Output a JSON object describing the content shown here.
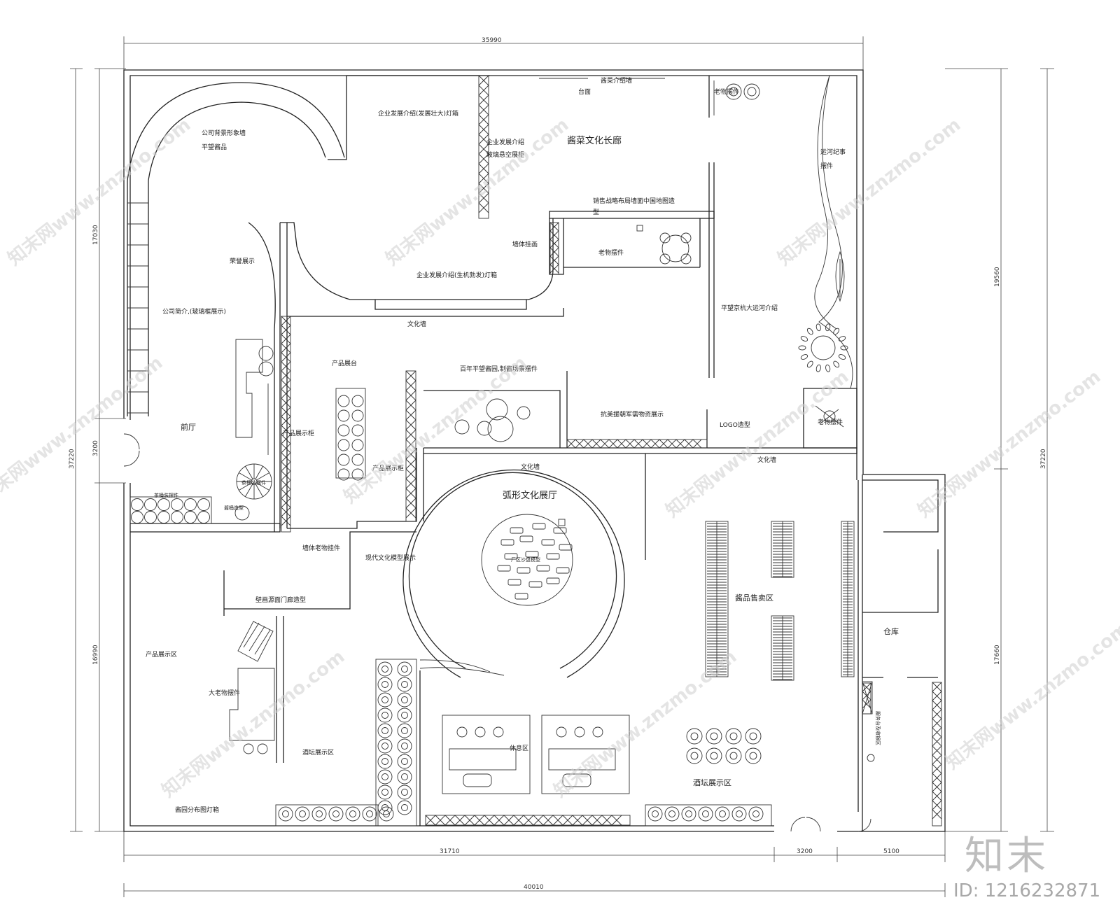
{
  "labels": {
    "culture_corridor": "酱菜文化长廊",
    "sauce_intro_wall": "酱菜介绍墙",
    "counter": "台面",
    "old_items_1": "老物摆件",
    "dev_intro_light": "企业发展介绍(发展壮大)灯箱",
    "dev_intro_glass_a": "企业发展介绍",
    "dev_intro_glass_b": "玻璃悬空展柜",
    "canal_story_a": "运河纪事",
    "canal_story_b": "摆件",
    "company_bg_wall": "公司背景形象墙",
    "pingwang_sauce": "平望酱品",
    "sales_map_a": "销售战略布局墙面中国地图造",
    "sales_map_b": "型",
    "wall_hanging": "墙体挂画",
    "old_items_2": "老物摆件",
    "honor_display": "荣誉展示",
    "dev_intro_vitality": "企业发展介绍(生机勃发)灯箱",
    "grand_canal_intro": "平望京杭大运河介绍",
    "company_profile": "公司简介,(玻璃框展示)",
    "culture_wall_1": "文化墙",
    "product_stage": "产品展台",
    "century_garden": "百年平望酱园,制酱场景摆件",
    "front_hall": "前厅",
    "product_cabinet_1": "产品展示柜",
    "product_cabinet_2": "产品展示柜",
    "anti_japan_display": "抗美援朝军需物资展示",
    "logo_shape": "LOGO造型",
    "old_items_3": "老物摆件",
    "culture_wall_2": "文化墙",
    "arc_culture_hall": "弧形文化展厅",
    "culture_wall_3": "文化墙",
    "small_display_1": "茶桶装摆件",
    "small_display_2": "茶桶装摆件",
    "small_display_3": "酱桶造型",
    "wall_old_items": "墙体老物挂件",
    "modern_model": "现代文化模型展示",
    "sand_table": "厂区沙盘模型",
    "sales_area": "酱品售卖区",
    "mural_gate": "壁画源面门廊造型",
    "warehouse": "仓库",
    "product_area": "产品展示区",
    "big_old_items": "大老物摆件",
    "jar_area_1": "酒坛展示区",
    "rest_area": "休息区",
    "service_desk": "服务台及收银区",
    "jar_area_2": "酒坛展示区",
    "garden_light_box": "酱园分布图灯箱"
  },
  "dimensions": {
    "top_total": "35990",
    "left_upper": "17030",
    "left_door": "3200",
    "left_lower": "16990",
    "left_total": "37220",
    "right_upper": "19560",
    "right_lower": "17660",
    "right_total": "37220",
    "bottom_main": "31710",
    "bottom_door": "3200",
    "bottom_side": "5100",
    "bottom_total": "40010"
  },
  "watermark": {
    "text": "知末网www.znzmo.com",
    "brand": "知末",
    "id": "ID: 1216232871"
  }
}
